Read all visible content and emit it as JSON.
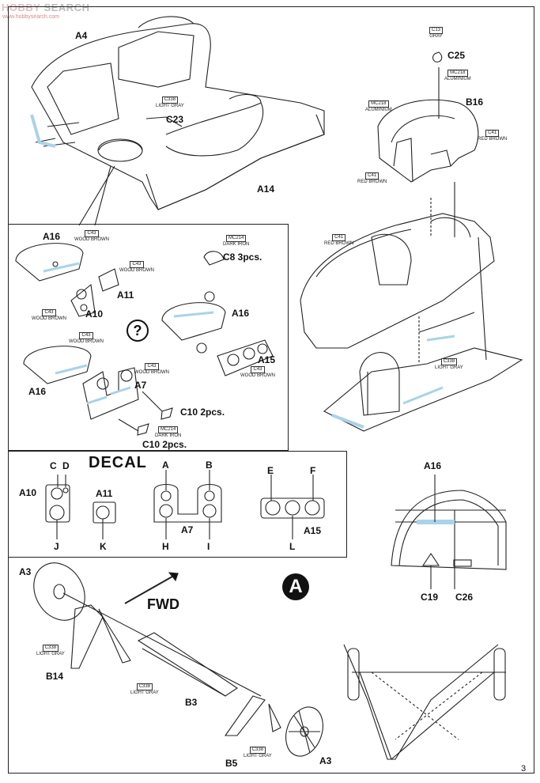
{
  "watermark": {
    "brand_prefix": "HOBBY",
    "brand_suffix": "SEARCH",
    "site": "www.hobbysearch.com"
  },
  "colors": {
    "accent_blue": "#a9d3e8",
    "line": "#222222"
  },
  "parts": {
    "A4": "A4",
    "C23": "C23",
    "A14": "A14",
    "C25": "C25",
    "B16": "B16",
    "A16a": "A16",
    "A11": "A11",
    "A10": "A10",
    "C8": "C8 3pcs.",
    "A16b": "A16",
    "A15": "A15",
    "A16c": "A16",
    "A7": "A7",
    "C10a": "C10 2pcs.",
    "C10b": "C10 2pcs.",
    "A16d": "A16",
    "C19": "C19",
    "C26": "C26",
    "A3a": "A3",
    "B14": "B14",
    "B3": "B3",
    "B5": "B5",
    "A3b": "A3"
  },
  "paints": {
    "p_c338_top": {
      "code": "C338",
      "name": "LIGHT GRAY"
    },
    "p_c13": {
      "code": "C13",
      "name": "GRAY"
    },
    "p_mc218a": {
      "code": "MC218",
      "name": "ALUMINIUM"
    },
    "p_mc218b": {
      "code": "MC218",
      "name": "ALUMINIUM"
    },
    "p_c41a": {
      "code": "C41",
      "name": "RED BROWN"
    },
    "p_c41b": {
      "code": "C41",
      "name": "RED BROWN"
    },
    "p_c41c": {
      "code": "C41",
      "name": "RED BROWN"
    },
    "p_c43a": {
      "code": "C43",
      "name": "WOOD BROWN"
    },
    "p_c43b": {
      "code": "C43",
      "name": "WOOD BROWN"
    },
    "p_c43c": {
      "code": "C43",
      "name": "WOOD BROWN"
    },
    "p_c43d": {
      "code": "C43",
      "name": "WOOD BROWN"
    },
    "p_c43e": {
      "code": "C43",
      "name": "WOOD BROWN"
    },
    "p_c43f": {
      "code": "C43",
      "name": "WOOD BROWN"
    },
    "p_mc214a": {
      "code": "MC214",
      "name": "DARK IRON"
    },
    "p_mc214b": {
      "code": "MC214",
      "name": "DARK IRON"
    },
    "p_c338_mid": {
      "code": "C338",
      "name": "LIGHT GRAY"
    },
    "p_c338_b14": {
      "code": "C338",
      "name": "LIGHT GRAY"
    },
    "p_c338_b3": {
      "code": "C338",
      "name": "LIGHT GRAY"
    },
    "p_c338_b5": {
      "code": "C338",
      "name": "LIGHT GRAY"
    }
  },
  "decal": {
    "title": "DECAL",
    "letters": {
      "C": "C",
      "D": "D",
      "J": "J",
      "K": "K",
      "A": "A",
      "B": "B",
      "H": "H",
      "I": "I",
      "E": "E",
      "F": "F",
      "L": "L"
    },
    "parts": {
      "A10": "A10",
      "A11": "A11",
      "A7": "A7",
      "A15": "A15"
    }
  },
  "question_mark": "?",
  "fwd": "FWD",
  "step": "A",
  "page_number": "3"
}
